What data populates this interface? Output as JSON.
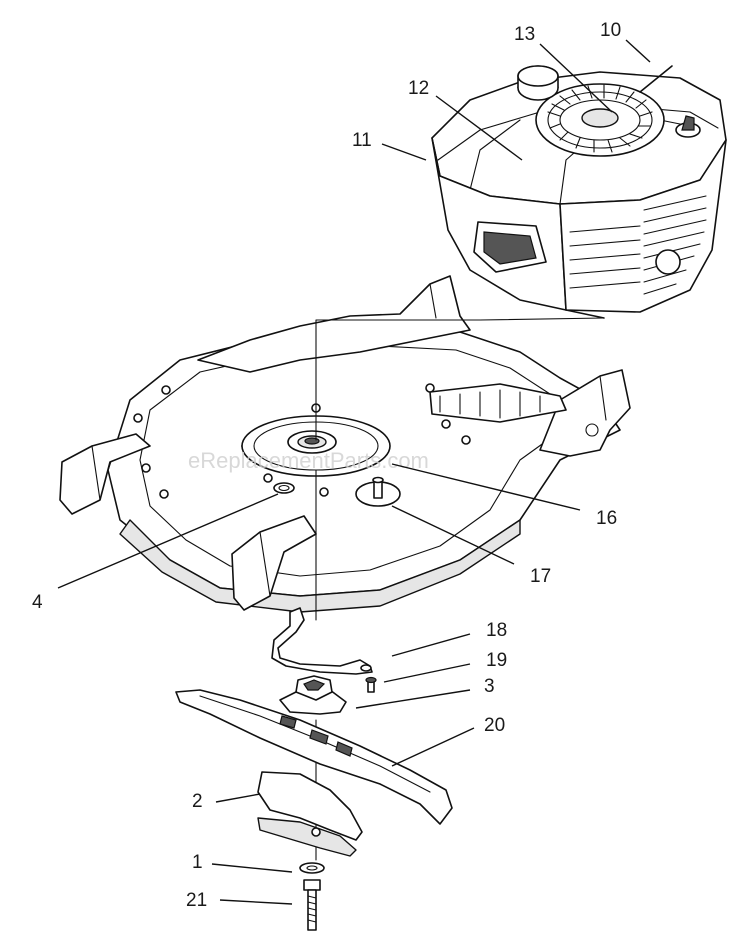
{
  "watermark": "eReplacementParts.com",
  "callouts": [
    {
      "id": "10",
      "text": "10"
    },
    {
      "id": "13",
      "text": "13"
    },
    {
      "id": "12",
      "text": "12"
    },
    {
      "id": "11",
      "text": "11"
    },
    {
      "id": "16",
      "text": "16"
    },
    {
      "id": "17",
      "text": "17"
    },
    {
      "id": "4",
      "text": "4"
    },
    {
      "id": "18",
      "text": "18"
    },
    {
      "id": "19",
      "text": "19"
    },
    {
      "id": "3",
      "text": "3"
    },
    {
      "id": "20",
      "text": "20"
    },
    {
      "id": "2",
      "text": "2"
    },
    {
      "id": "1",
      "text": "1"
    },
    {
      "id": "21",
      "text": "21"
    }
  ]
}
